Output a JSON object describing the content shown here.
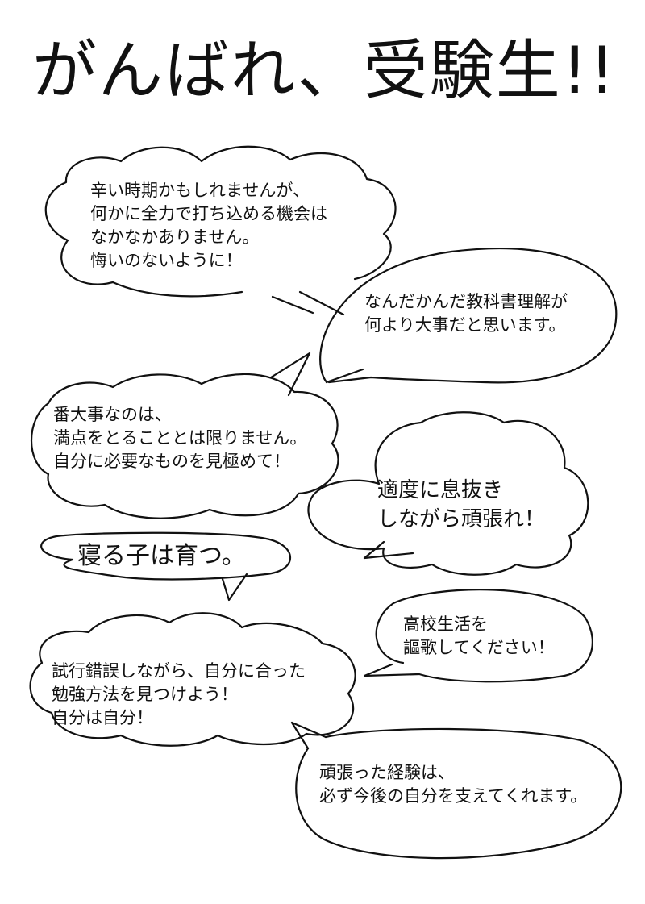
{
  "title": "がんばれ、受験生!!",
  "bubbles": {
    "b1": [
      "辛い時期かもしれませんが、",
      "何かに全力で打ち込める機会は",
      "なかなかありません。",
      "悔いのないように！"
    ],
    "b2": [
      "なんだかんだ教科書理解が",
      "何より大事だと思います。"
    ],
    "b3": [
      "番大事なのは、",
      "満点をとることとは限りません。",
      "自分に必要なものを見極めて！"
    ],
    "b4": [
      "適度に息抜き",
      "しながら頑張れ！"
    ],
    "b5": [
      "寝る子は育つ。"
    ],
    "b6": [
      "高校生活を",
      "謳歌してください！"
    ],
    "b7": [
      "試行錯誤しながら、自分に合った",
      "勉強方法を見つけよう！",
      "自分は自分！"
    ],
    "b8": [
      "頑張った経験は、",
      "必ず今後の自分を支えてくれます。"
    ]
  }
}
